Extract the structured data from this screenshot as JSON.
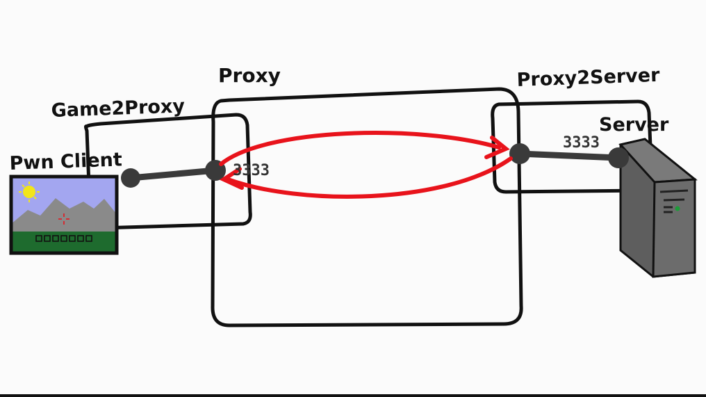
{
  "labels": {
    "pwn_client": "Pwn Client",
    "game2proxy": "Game2Proxy",
    "proxy": "Proxy",
    "proxy2server": "Proxy2Server",
    "server": "Server"
  },
  "ports": {
    "proxy_port": "3333",
    "server_port": "3333"
  },
  "colors": {
    "box_stroke": "#111111",
    "link_arrow": "#e8131b",
    "connector": "#3a3a3a",
    "server_body": "#5e5e5e",
    "server_led": "#1e9b3a",
    "client_sky": "#a3a6f0",
    "client_grass": "#1e6b2e",
    "client_sun": "#f2e51a"
  },
  "icons": {
    "client": "game-screen-icon",
    "server": "server-tower-icon"
  }
}
